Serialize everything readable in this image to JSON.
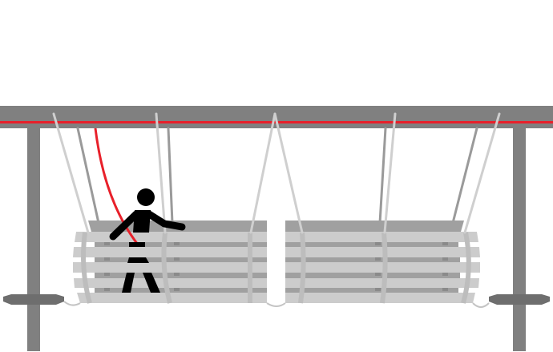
{
  "colors": {
    "frame": "#808080",
    "safety_line": "#e8202a",
    "rope_light": "#cfcfcf",
    "rope_dark": "#9a9a9a",
    "slat_light": "#cccccc",
    "slat_dark": "#a0a0a0",
    "band": "#bdbdbd",
    "figure": "#000000"
  },
  "icons": [
    "person-figure",
    "hanging-bench",
    "support-frame"
  ]
}
